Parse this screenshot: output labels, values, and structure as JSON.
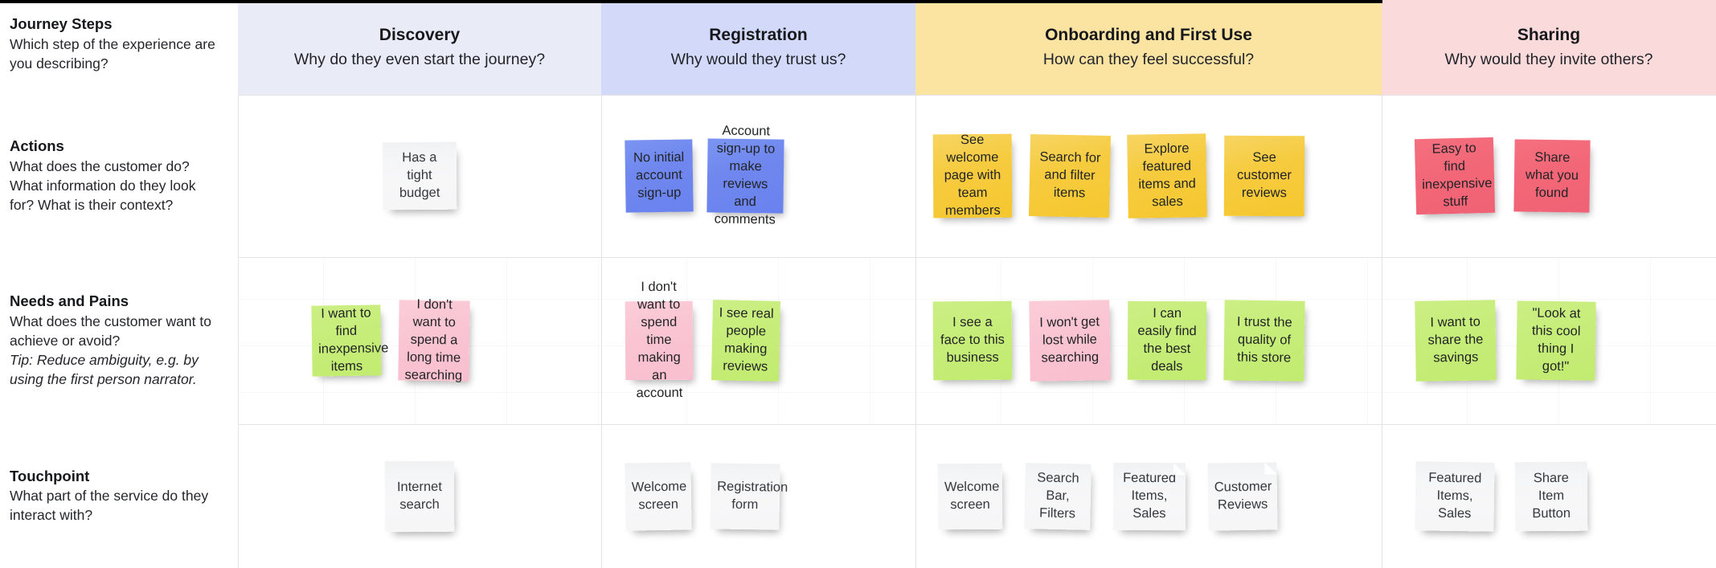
{
  "row_headers": [
    {
      "title": "Journey Steps",
      "desc": "Which step of the experience are you describing?",
      "tip": ""
    },
    {
      "title": "Actions",
      "desc": "What does the customer do? What information do they look for? What is their context?",
      "tip": ""
    },
    {
      "title": "Needs and Pains",
      "desc": "What does the customer want to achieve or avoid?",
      "tip": "Tip: Reduce ambiguity, e.g. by using the first person narrator."
    },
    {
      "title": "Touchpoint",
      "desc": "What part of the service do they interact with?",
      "tip": ""
    }
  ],
  "columns": [
    {
      "title": "Discovery",
      "subtitle": "Why do they even start the journey?",
      "bg": "#e9ecf7"
    },
    {
      "title": "Registration",
      "subtitle": "Why would they trust us?",
      "bg": "#d3d9f8"
    },
    {
      "title": "Onboarding and First Use",
      "subtitle": "How can they feel successful?",
      "bg": "#fbe3a2"
    },
    {
      "title": "Sharing",
      "subtitle": "Why would they invite others?",
      "bg": "#fadadb"
    }
  ],
  "actions": {
    "discovery": [
      {
        "text": "Has a tight budget",
        "color": "white"
      }
    ],
    "registration": [
      {
        "text": "No initial account sign-up",
        "color": "blue"
      },
      {
        "text": "Account sign-up to make reviews and comments",
        "color": "blue"
      }
    ],
    "onboarding": [
      {
        "text": "See welcome page with team members",
        "color": "yellow"
      },
      {
        "text": "Search for and filter items",
        "color": "yellow"
      },
      {
        "text": "Explore featured items and sales",
        "color": "yellow"
      },
      {
        "text": "See customer reviews",
        "color": "yellow"
      }
    ],
    "sharing": [
      {
        "text": "Easy to find inexpensive stuff",
        "color": "red"
      },
      {
        "text": "Share what you found",
        "color": "red"
      }
    ]
  },
  "needs": {
    "discovery": [
      {
        "text": "I want to find inexpensive items",
        "color": "green"
      },
      {
        "text": "I don't want to spend a long time searching",
        "color": "pink"
      }
    ],
    "registration": [
      {
        "text": "I don't want to spend time making an account",
        "color": "pink"
      },
      {
        "text": "I see real people making reviews",
        "color": "green"
      }
    ],
    "onboarding": [
      {
        "text": "I see a face to this business",
        "color": "green"
      },
      {
        "text": "I won't get lost while searching",
        "color": "pink"
      },
      {
        "text": "I can easily find the best deals",
        "color": "green"
      },
      {
        "text": "I trust the quality of this store",
        "color": "green"
      }
    ],
    "sharing": [
      {
        "text": "I want to share the savings",
        "color": "green"
      },
      {
        "text": "\"Look at this cool thing I got!\"",
        "color": "green"
      }
    ]
  },
  "touchpoints": {
    "discovery": [
      {
        "text": "Internet search",
        "color": "white"
      }
    ],
    "registration": [
      {
        "text": "Welcome screen",
        "color": "white"
      },
      {
        "text": "Registration form",
        "color": "white"
      }
    ],
    "onboarding": [
      {
        "text": "Welcome screen",
        "color": "white"
      },
      {
        "text": "Search Bar, Filters",
        "color": "white"
      },
      {
        "text": "Featured Items, Sales",
        "color": "white"
      },
      {
        "text": "Customer Reviews",
        "color": "white"
      }
    ],
    "sharing": [
      {
        "text": "Featured Items, Sales",
        "color": "white"
      },
      {
        "text": "Share Item Button",
        "color": "white"
      }
    ]
  }
}
